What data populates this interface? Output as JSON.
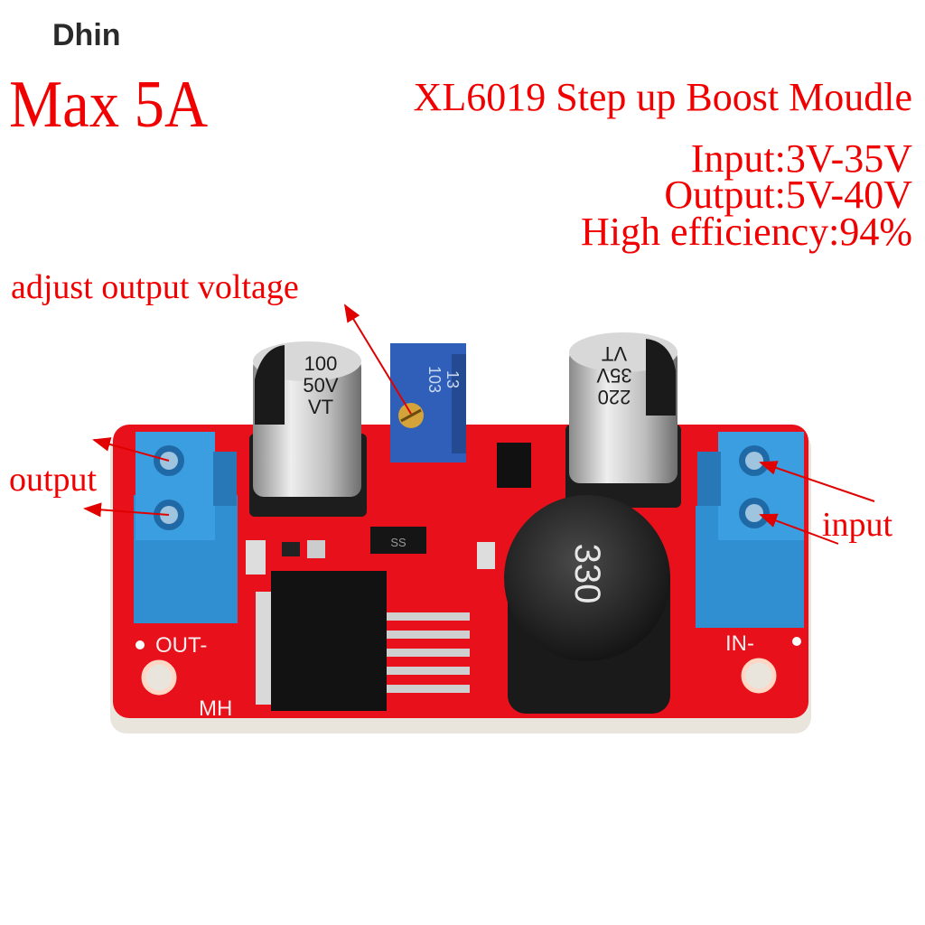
{
  "brand": "Dhin",
  "headline": "Max 5A",
  "product_title": "XL6019 Step up Boost Moudle",
  "specs": {
    "input": "Input:3V-35V",
    "output": "Output:5V-40V",
    "efficiency": "High efficiency:94%"
  },
  "callouts": {
    "adjust": "adjust output voltage",
    "output": "output",
    "input": "input"
  },
  "board": {
    "out_label": "OUT-",
    "in_label": "IN-",
    "mh_label": "MH",
    "cap_left": [
      "100",
      "50V",
      "VT"
    ],
    "cap_right": [
      "220",
      "35V",
      "VT"
    ],
    "pot_code": "103",
    "pot_sub": "13",
    "inductor": "330",
    "diode": "SS"
  },
  "colors": {
    "annotation": "#f00000",
    "pcb": "#e8101a",
    "terminal": "#2f8fd0",
    "pot": "#2f5fb8"
  }
}
